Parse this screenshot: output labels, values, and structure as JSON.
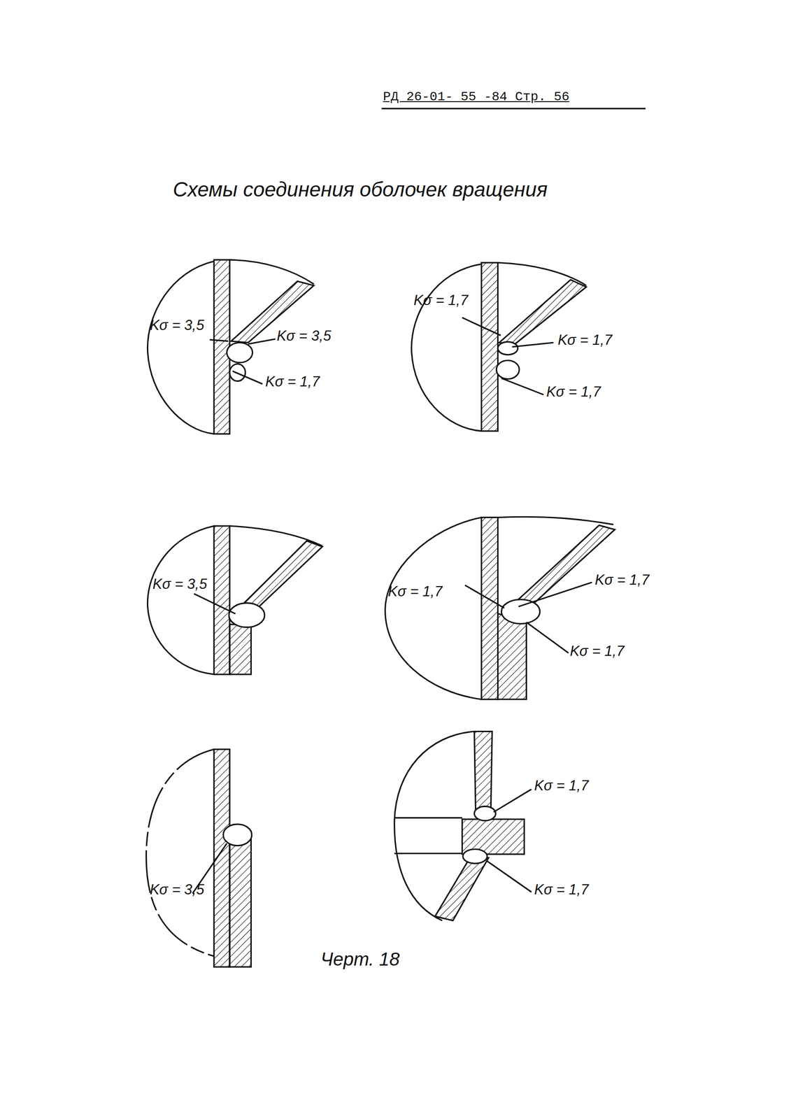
{
  "diagram": {
    "title": "Схемы соединения оболочек вращения",
    "caption": "Черт. 18",
    "labels": [
      "РД 26-01- 55 -84 Стр. 56",
      "Kσ = 3,5",
      "Kσ = 3,5",
      "Kσ = 1,7",
      "Kσ = 1,7",
      "Kσ = 1,7",
      "Kσ = 1,7",
      "Kσ = 3,5",
      "Kσ = 1,7",
      "Kσ = 1,7",
      "Kσ = 1,7",
      "Kσ = 3,5",
      "Kσ = 1,7",
      "Kσ = 1,7"
    ]
  }
}
